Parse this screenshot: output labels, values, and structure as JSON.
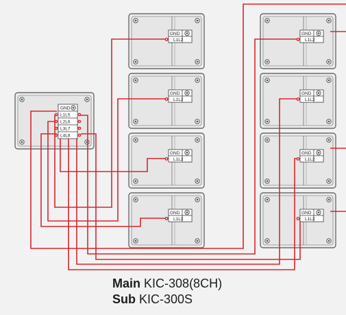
{
  "diagram": {
    "caption": {
      "main_label": "Main",
      "main_model": "KIC-308(8CH)",
      "sub_label": "Sub",
      "sub_model": "KIC-300S"
    },
    "main_unit": {
      "terminal_labels": [
        "GND",
        "L1L5",
        "L2L6",
        "L3L7",
        "L4L8"
      ]
    },
    "sub_unit": {
      "terminal_labels": [
        "GND",
        "L1L2"
      ]
    },
    "colors": {
      "wire": "#d7262e",
      "box_stroke": "#6b6b6b"
    }
  }
}
